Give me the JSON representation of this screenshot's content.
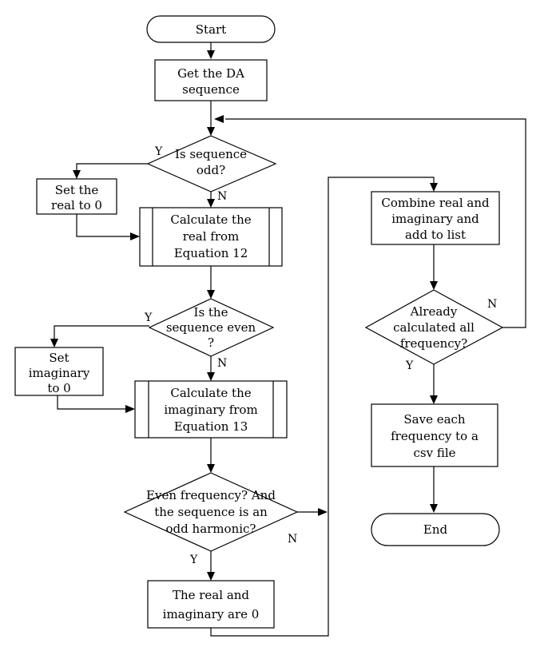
{
  "nodes": {
    "start": "Start",
    "get_da": [
      "Get the DA",
      "sequence"
    ],
    "is_odd": [
      "Is sequence",
      "odd?"
    ],
    "set_real": [
      "Set the",
      "real to 0"
    ],
    "calc_real": [
      "Calculate the",
      "real from",
      "Equation 12"
    ],
    "is_even": [
      "Is the",
      "sequence even",
      "?"
    ],
    "set_imag": [
      "Set",
      "imaginary",
      "to 0"
    ],
    "calc_imag": [
      "Calculate the",
      "imaginary from",
      "Equation 13"
    ],
    "even_freq": [
      "Even frequency? And",
      "the sequence is an",
      "odd harmonic?"
    ],
    "zero": [
      "The real and",
      "imaginary are 0"
    ],
    "combine": [
      "Combine real and",
      "imaginary and",
      "add to list"
    ],
    "already": [
      "Already",
      "calculated all",
      "frequency?"
    ],
    "save": [
      "Save each",
      "frequency to a",
      "csv file"
    ],
    "end": "End"
  },
  "edge_labels": {
    "odd_yes": "Y",
    "odd_no": "N",
    "even_yes": "Y",
    "even_no": "N",
    "evenfreq_yes": "Y",
    "evenfreq_no": "N",
    "already_no": "N",
    "already_yes": "Y"
  }
}
